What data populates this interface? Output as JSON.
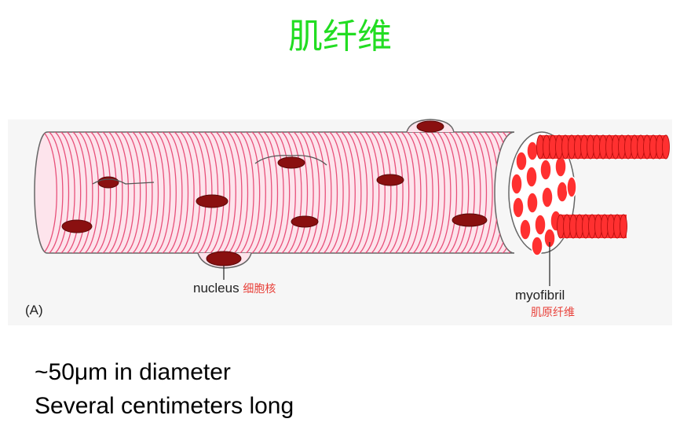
{
  "title": "肌纤维",
  "panel_label": "(A)",
  "labels": {
    "nucleus_en": "nucleus",
    "nucleus_cn": "细胞核",
    "myofibril_en": "myofibril",
    "myofibril_cn": "肌原纤维"
  },
  "notes": {
    "diameter": "~50μm in diameter",
    "length": "Several centimeters long"
  },
  "colors": {
    "title": "#22dd22",
    "fiber_fill": "#fde4ec",
    "striation": "#e8507a",
    "myofibril": "#ff3030",
    "nucleus": "#8a1010",
    "cn_label": "#e8413a"
  }
}
